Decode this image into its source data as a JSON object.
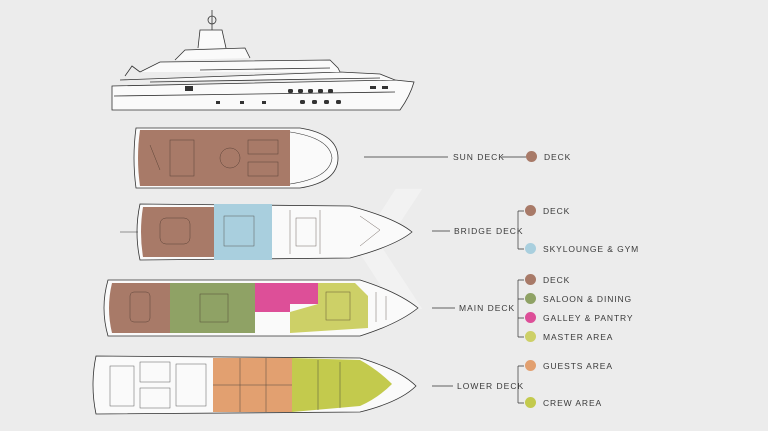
{
  "colors": {
    "deck": "#a87a68",
    "skylounge": "#a9cfde",
    "saloon": "#8fa265",
    "galley": "#dd4f98",
    "master": "#cdd067",
    "guests": "#e2a070",
    "crew": "#c3ca4d",
    "line": "#333333",
    "bg": "#ececec"
  },
  "decks": [
    {
      "name": "SUN DECK",
      "legend": [
        {
          "label": "DECK",
          "color_key": "deck"
        }
      ]
    },
    {
      "name": "BRIDGE DECK",
      "legend": [
        {
          "label": "DECK",
          "color_key": "deck"
        },
        {
          "label": "SKYLOUNGE & GYM",
          "color_key": "skylounge"
        }
      ]
    },
    {
      "name": "MAIN DECK",
      "legend": [
        {
          "label": "DECK",
          "color_key": "deck"
        },
        {
          "label": "SALOON & DINING",
          "color_key": "saloon"
        },
        {
          "label": "GALLEY & PANTRY",
          "color_key": "galley"
        },
        {
          "label": "MASTER AREA",
          "color_key": "master"
        }
      ]
    },
    {
      "name": "LOWER DECK",
      "legend": [
        {
          "label": "GUESTS AREA",
          "color_key": "guests"
        },
        {
          "label": "CREW AREA",
          "color_key": "crew"
        }
      ]
    }
  ]
}
